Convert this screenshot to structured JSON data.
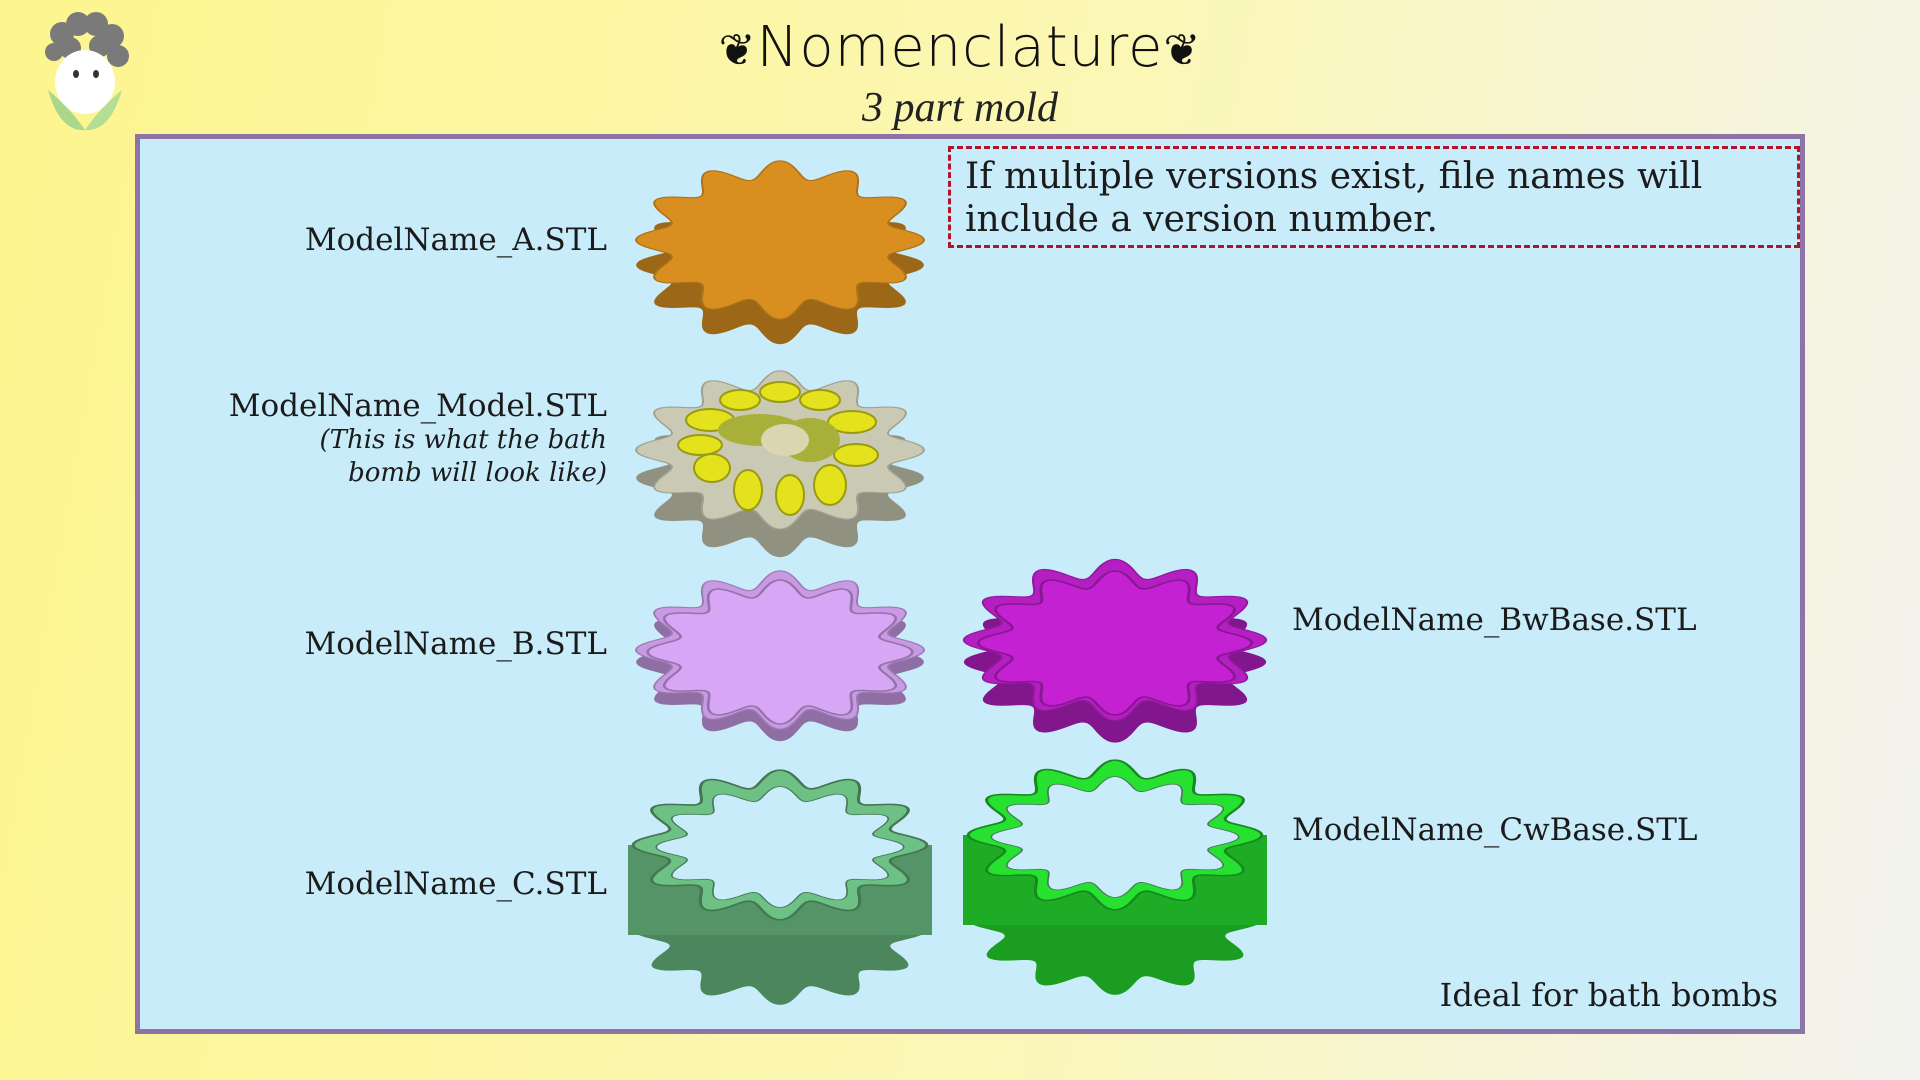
{
  "header": {
    "title": "Nomenclature",
    "ornament_left": "❦",
    "ornament_right": "❦",
    "subtitle": "3 part mold"
  },
  "note": "If multiple versions exist, file names will include a version number.",
  "parts": {
    "a": {
      "label": "ModelName_A.STL",
      "color": "#d98f1f"
    },
    "model": {
      "label": "ModelName_Model.STL",
      "sublabel": "(This is what the bath bomb will look like)",
      "color": "#c9c9b4"
    },
    "b": {
      "label": "ModelName_B.STL",
      "color": "#c79ae3"
    },
    "bwbase": {
      "label": "ModelName_BwBase.STL",
      "color": "#b51fc2"
    },
    "c": {
      "label": "ModelName_C.STL",
      "color": "#5fa874"
    },
    "cwbase": {
      "label": "ModelName_CwBase.STL",
      "color": "#22c42b"
    }
  },
  "footer": "Ideal for bath bombs"
}
